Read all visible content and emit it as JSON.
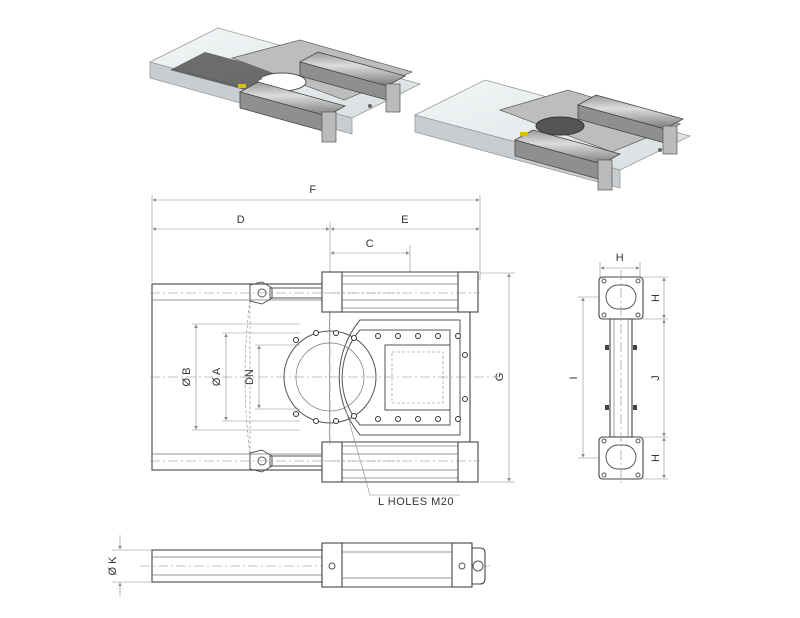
{
  "labels": {
    "F": "F",
    "D": "D",
    "E": "E",
    "C": "C",
    "G": "G",
    "B": "Ø B",
    "A": "Ø A",
    "DN": "DN",
    "holes": "L HOLES M20",
    "H_top": "H",
    "H_right1": "H",
    "H_right2": "H",
    "I": "I",
    "J": "J",
    "K": "Ø K"
  },
  "colors": {
    "line": "#555555",
    "dimension": "#8a8a8a",
    "render_body": "#cfcfcf",
    "render_dark": "#555555",
    "render_glass": "#e9eef0",
    "accent_yellow": "#d8c200"
  }
}
